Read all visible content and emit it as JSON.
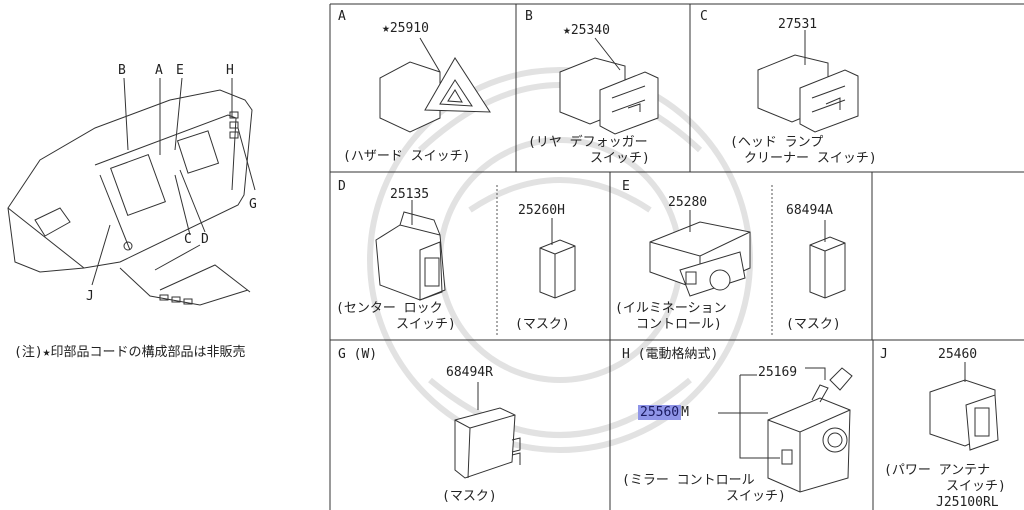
{
  "overview": {
    "callouts": [
      "B",
      "A",
      "E",
      "H",
      "G",
      "C",
      "D",
      "J"
    ],
    "note": "(注)★印部品コードの構成部品は非販売"
  },
  "panels": {
    "A": {
      "label": "A",
      "part": "★25910",
      "desc": [
        "(ハザード スイッチ)"
      ]
    },
    "B": {
      "label": "B",
      "part": "★25340",
      "desc": [
        "(リヤ デフォッガー",
        "スイッチ)"
      ]
    },
    "C": {
      "label": "C",
      "part": "27531",
      "desc": [
        "(ヘッド ランプ",
        "クリーナー スイッチ)"
      ]
    },
    "D": {
      "label": "D",
      "part": "25135",
      "part2": "25260H",
      "desc": [
        "(センター ロック",
        "スイッチ)"
      ],
      "desc2": "(マスク)"
    },
    "E": {
      "label": "E",
      "part": "25280",
      "part2": "68494A",
      "desc": [
        "(イルミネーション",
        "コントロール)"
      ],
      "desc2": "(マスク)"
    },
    "G": {
      "label": "G (W)",
      "part": "68494R",
      "desc": "(マスク)"
    },
    "H": {
      "label": "H (電動格納式)",
      "part": "25169",
      "part_hl": "25560",
      "part_hl_suffix": "M",
      "desc": [
        "(ミラー コントロール",
        "スイッチ)"
      ]
    },
    "J": {
      "label": "J",
      "part": "25460",
      "desc": [
        "(パワー アンテナ",
        "スイッチ)"
      ]
    }
  },
  "ref_code": "J25100RL",
  "colors": {
    "highlight": "#8f95e8",
    "line": "#333333",
    "watermark": "#e2e2e2"
  }
}
